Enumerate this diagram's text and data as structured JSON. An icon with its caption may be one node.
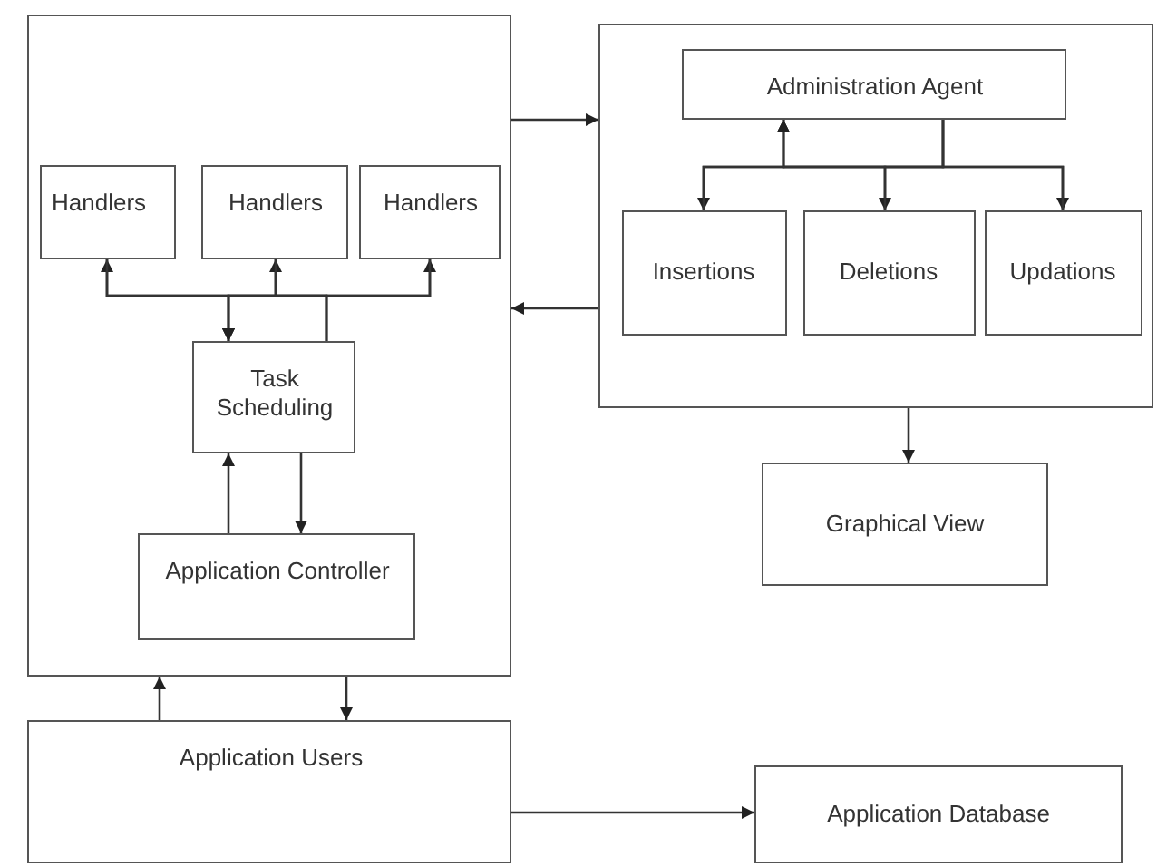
{
  "diagram": {
    "nodes": [
      {
        "text": [],
        "shape": "box"
      },
      {
        "text": [
          "Handlers"
        ],
        "in": 0
      },
      {
        "text": [
          "Handlers"
        ],
        "in": 0
      },
      {
        "text": [
          "Handlers"
        ],
        "in": 0
      },
      {
        "text": [
          "Task Scheduling"
        ],
        "in": 0
      },
      {
        "text": [
          "Application Controller"
        ],
        "in": 0
      },
      {
        "text": [],
        "shape": "box"
      },
      {
        "text": [
          "Administration Agent"
        ],
        "in": 6
      },
      {
        "text": [
          "Insertions"
        ],
        "in": 6
      },
      {
        "text": [
          "Deletions"
        ],
        "in": 6
      },
      {
        "text": [
          "Updations"
        ],
        "in": 6
      },
      {
        "text": [
          "Graphical View"
        ]
      },
      {
        "text": [
          "Application Users"
        ]
      },
      {
        "text": [
          "Application Database"
        ]
      }
    ],
    "edges": [
      {
        "from": 0,
        "to": 6,
        "arrow": "to"
      },
      {
        "from": 6,
        "to": 0,
        "arrow": "to"
      },
      {
        "from": 4,
        "to": 1,
        "arrow": "to"
      },
      {
        "from": 4,
        "to": 2,
        "arrow": "to"
      },
      {
        "from": 4,
        "to": 3,
        "arrow": "to"
      },
      {
        "from": 1,
        "to": 4,
        "arrow": "to"
      },
      {
        "from": 2,
        "to": 4,
        "arrow": "to"
      },
      {
        "from": 3,
        "to": 4,
        "arrow": "to"
      },
      {
        "from": 4,
        "to": 5,
        "arrow": "to"
      },
      {
        "from": 5,
        "to": 4,
        "arrow": "to"
      },
      {
        "from": 7,
        "to": 8,
        "arrow": "to"
      },
      {
        "from": 7,
        "to": 9,
        "arrow": "to"
      },
      {
        "from": 7,
        "to": 10,
        "arrow": "to"
      },
      {
        "from": 8,
        "to": 7,
        "arrow": "to"
      },
      {
        "from": 9,
        "to": 7,
        "arrow": "to"
      },
      {
        "from": 10,
        "to": 7,
        "arrow": "to"
      },
      {
        "from": 6,
        "to": 11,
        "arrow": "to"
      },
      {
        "from": 12,
        "to": 0,
        "arrow": "to"
      },
      {
        "from": 0,
        "to": 12,
        "arrow": "to"
      },
      {
        "from": 12,
        "to": 13,
        "arrow": "to"
      }
    ]
  }
}
